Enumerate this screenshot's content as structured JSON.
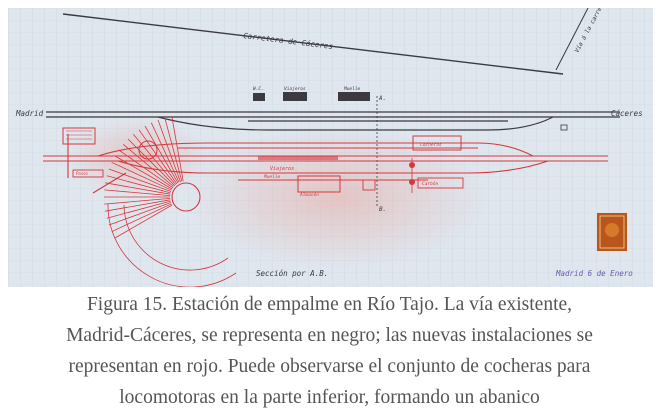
{
  "plan": {
    "road_label": "Carretera de Cáceres",
    "road_side_label": "Vía á la carretera",
    "madrid_label": "Madrid",
    "caceres_label": "Cáceres",
    "section_label": "Sección por A.B.",
    "stamp_label": "Madrid 6 de Enero",
    "mark_a": "A.",
    "mark_b": "B.",
    "building_labels": [
      "W.C.",
      "Viajeros",
      "Muelle"
    ],
    "red_labels": [
      "Viajeros",
      "Almacén",
      "Muelle",
      "Cocheras",
      "Carbón",
      "Pasos"
    ],
    "colors": {
      "paper": "#dfe6ee",
      "black_track": "#3a3a40",
      "red_track": "#d8363d",
      "stamp": "#b8561e"
    }
  },
  "caption": {
    "lines": [
      "Figura 15. Estación de empalme en Río Tajo. La vía existente,",
      "Madrid-Cáceres, se representa en negro; las nuevas instalaciones se",
      "representan en rojo. Puede observarse el conjunto de cocheras para",
      "locomotoras en la parte inferior, formando un abanico"
    ]
  }
}
